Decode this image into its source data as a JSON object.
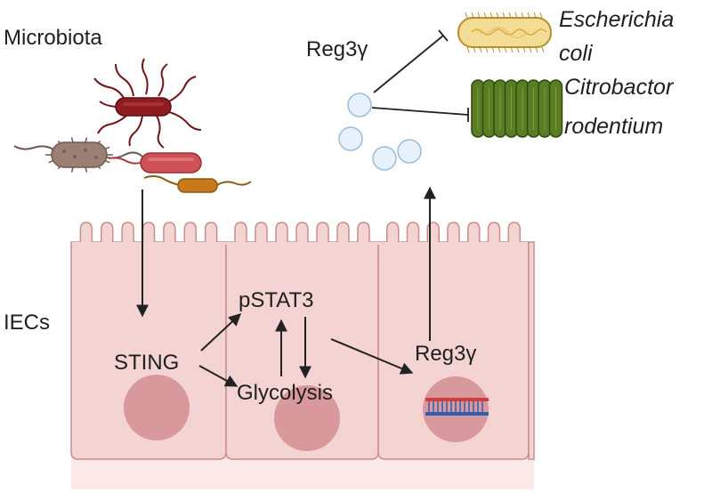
{
  "labels": {
    "microbiota": "Microbiota",
    "iecs": "IECs",
    "reg3g_top": "Reg3γ",
    "sting": "STING",
    "pstat3": "pSTAT3",
    "glycolysis": "Glycolysis",
    "reg3g_cell": "Reg3γ"
  },
  "pathogens": [
    {
      "line1": "Escherichia",
      "line2": "coli"
    },
    {
      "line1": "Citrobactor",
      "line2": "rodentium"
    }
  ],
  "colors": {
    "cell_fill": "#f4d3d3",
    "cell_stroke": "#c98e8e",
    "nucleus": "#d9999c",
    "base_fill": "#fbe9e9",
    "reg3g_bubble": "#e7f1fb",
    "reg3g_bubble_stroke": "#9bbbd9",
    "ecoli_fill": "#f3dc95",
    "ecoli_stroke": "#b58f2a",
    "citro_fill": "#5a7d24",
    "citro_stroke": "#314a12",
    "microbe_dark_red": "#8e1d22",
    "microbe_taupe": "#9b7f73",
    "microbe_red": "#cf5157",
    "microbe_orange": "#c67a1c",
    "dna_red": "#d43b3b",
    "dna_blue": "#2f5fb5"
  },
  "icons": [
    "rod-bacterium-icon",
    "flagellated-bacterium-icon",
    "e-coli-icon",
    "citrobacter-icon",
    "reg3g-protein-icon",
    "dna-icon",
    "nucleus-icon"
  ]
}
